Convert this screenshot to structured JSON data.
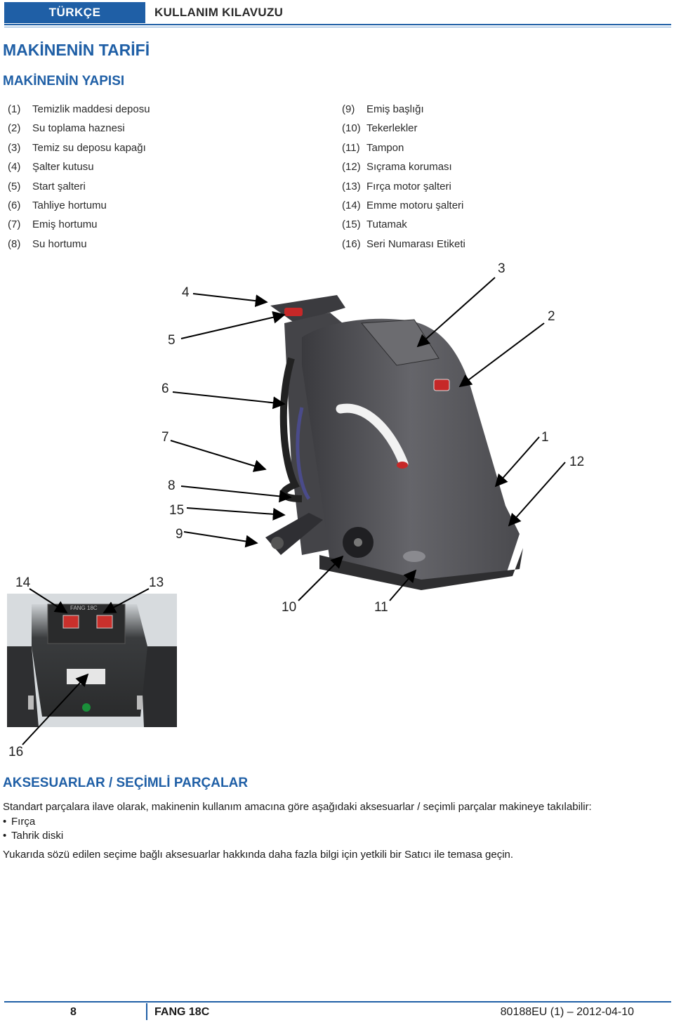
{
  "header": {
    "language": "TÜRKÇE",
    "title": "KULLANIM KILAVUZU"
  },
  "section_title": "MAKİNENİN TARİFİ",
  "subsection_title": "MAKİNENİN YAPISI",
  "parts_left": [
    {
      "num": "(1)",
      "label": "Temizlik maddesi deposu"
    },
    {
      "num": "(2)",
      "label": "Su toplama haznesi"
    },
    {
      "num": "(3)",
      "label": "Temiz su deposu kapağı"
    },
    {
      "num": "(4)",
      "label": "Şalter kutusu"
    },
    {
      "num": "(5)",
      "label": "Start şalteri"
    },
    {
      "num": "(6)",
      "label": "Tahliye hortumu"
    },
    {
      "num": "(7)",
      "label": "Emiş hortumu"
    },
    {
      "num": "(8)",
      "label": "Su hortumu"
    }
  ],
  "parts_right": [
    {
      "num": "(9)",
      "label": "Emiş başlığı"
    },
    {
      "num": "(10)",
      "label": "Tekerlekler"
    },
    {
      "num": "(11)",
      "label": "Tampon"
    },
    {
      "num": "(12)",
      "label": "Sıçrama koruması"
    },
    {
      "num": "(13)",
      "label": "Fırça motor şalteri"
    },
    {
      "num": "(14)",
      "label": "Emme motoru şalteri"
    },
    {
      "num": "(15)",
      "label": "Tutamak"
    },
    {
      "num": "(16)",
      "label": "Seri Numarası Etiketi"
    }
  ],
  "callouts": {
    "c1": "1",
    "c2": "2",
    "c3": "3",
    "c4": "4",
    "c5": "5",
    "c6": "6",
    "c7": "7",
    "c8": "8",
    "c9": "9",
    "c10": "10",
    "c11": "11",
    "c12": "12",
    "c13": "13",
    "c14": "14",
    "c15": "15",
    "c16": "16"
  },
  "panel_model_text": "FANG 18C",
  "accessories": {
    "title": "AKSESUARLAR / SEÇİMLİ PARÇALAR",
    "intro": "Standart parçalara ilave olarak, makinenin kullanım amacına göre aşağıdaki aksesuarlar / seçimli parçalar makineye takılabilir:",
    "items": [
      "Fırça",
      "Tahrik diski"
    ],
    "outro": "Yukarıda sözü edilen seçime bağlı aksesuarlar hakkında daha fazla bilgi için yetkili bir Satıcı ile temasa geçin."
  },
  "footer": {
    "page": "8",
    "model": "FANG 18C",
    "code": "80188EU (1) – 2012-04-10"
  }
}
